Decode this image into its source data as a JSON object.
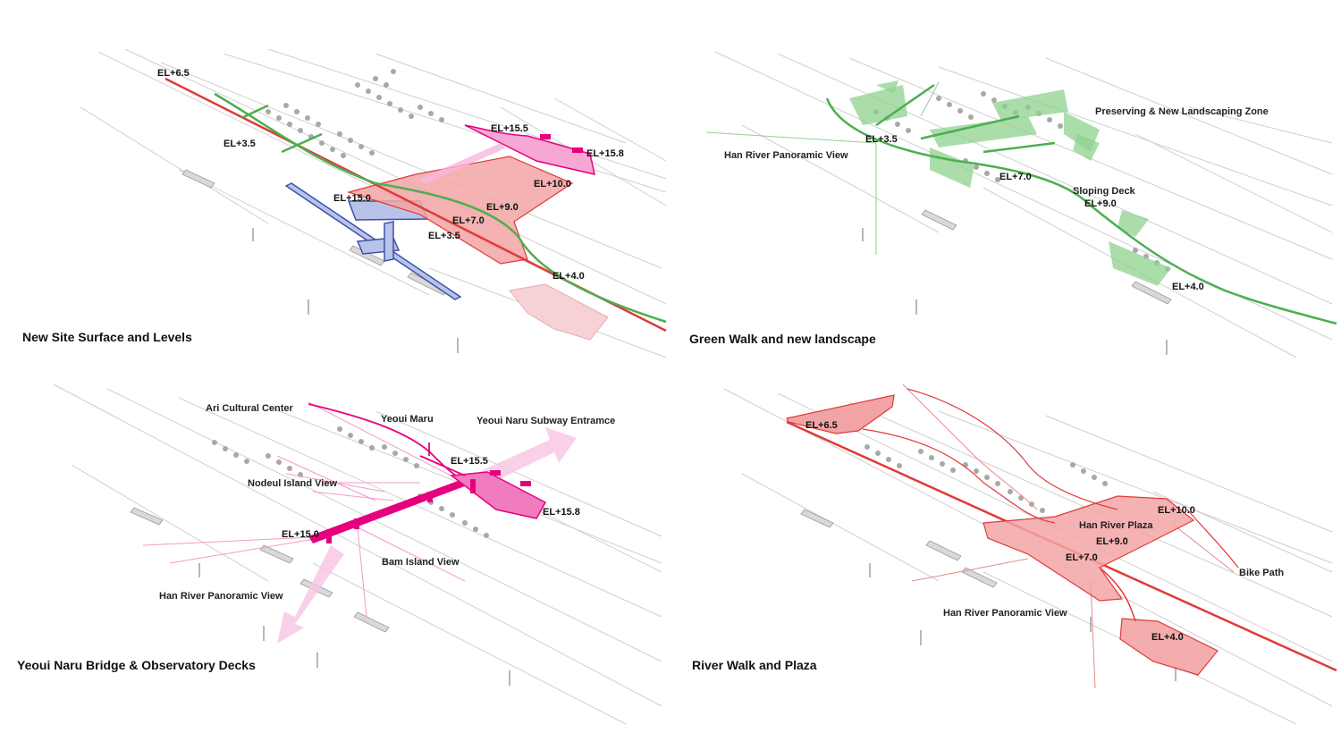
{
  "panels": [
    {
      "caption": "New Site Surface and Levels",
      "labels": {
        "el_6_5": "EL+6.5",
        "el_3_5a": "EL+3.5",
        "el_15_5": "EL+15.5",
        "el_15_8": "EL+15.8",
        "el_10_0": "EL+10.0",
        "el_15_0": "EL+15.0",
        "el_9_0": "EL+9.0",
        "el_7_0": "EL+7.0",
        "el_3_5b": "EL+3.5",
        "el_4_0": "EL+4.0"
      }
    },
    {
      "caption": "Green Walk and new landscape",
      "labels": {
        "preserving": "Preserving & New Landscaping Zone",
        "panoramic": "Han River Panoramic View",
        "el_3_5": "EL+3.5",
        "el_7_0": "EL+7.0",
        "sloping": "Sloping Deck",
        "el_9_0": "EL+9.0",
        "el_4_0": "EL+4.0"
      }
    },
    {
      "caption": "Yeoui Naru Bridge & Observatory Decks",
      "labels": {
        "ari": "Ari Cultural Center",
        "maru": "Yeoui Maru",
        "subway": "Yeoui Naru Subway Entramce",
        "el_15_5": "EL+15.5",
        "nodeul": "Nodeul Island View",
        "el_15_8": "EL+15.8",
        "el_15_0": "EL+15.0",
        "bam": "Bam Island View",
        "panoramic": "Han River Panoramic View"
      }
    },
    {
      "caption": "River Walk and Plaza",
      "labels": {
        "el_6_5": "EL+6.5",
        "el_10_0": "EL+10.0",
        "plaza": "Han River Plaza",
        "el_9_0": "EL+9.0",
        "el_7_0": "EL+7.0",
        "bike": "Bike Path",
        "panoramic": "Han River Panoramic View",
        "el_4_0": "EL+4.0"
      }
    }
  ],
  "colors": {
    "red": "#e03a3a",
    "pink_fill": "#f2a4a4",
    "magenta": "#e6007e",
    "magenta_light": "#f7b6dc",
    "green": "#4caf50",
    "green_fill": "#8fd18f",
    "blue": "#3f51a3",
    "blue_fill": "#b8c3ea",
    "base_line": "#c8c8c8",
    "tree": "#9a9a9a"
  }
}
